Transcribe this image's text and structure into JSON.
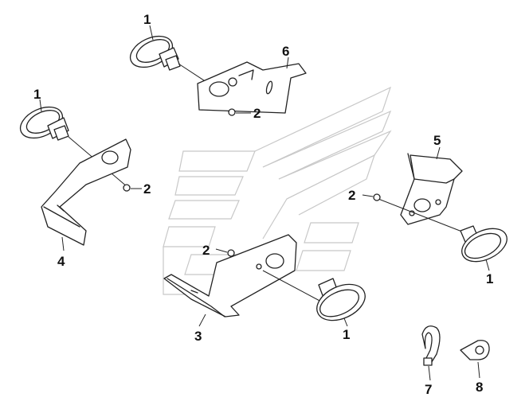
{
  "diagram": {
    "callouts": [
      {
        "id": "c1a",
        "label": "1"
      },
      {
        "id": "c6",
        "label": "6"
      },
      {
        "id": "c2a",
        "label": "2"
      },
      {
        "id": "c1b",
        "label": "1"
      },
      {
        "id": "c2b",
        "label": "2"
      },
      {
        "id": "c4",
        "label": "4"
      },
      {
        "id": "c5",
        "label": "5"
      },
      {
        "id": "c2c",
        "label": "2"
      },
      {
        "id": "c1c",
        "label": "1"
      },
      {
        "id": "c2d",
        "label": "2"
      },
      {
        "id": "c3",
        "label": "3"
      },
      {
        "id": "c1d",
        "label": "1"
      },
      {
        "id": "c7",
        "label": "7"
      },
      {
        "id": "c8",
        "label": "8"
      }
    ]
  }
}
